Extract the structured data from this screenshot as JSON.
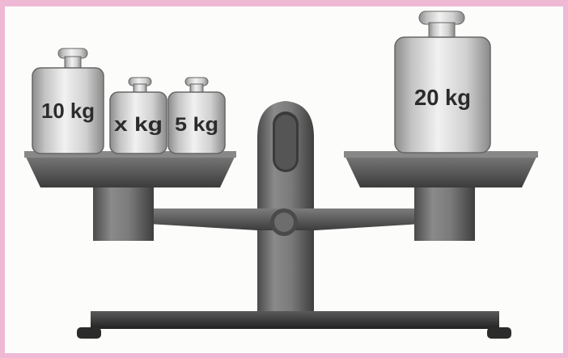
{
  "diagram": {
    "left_pan": {
      "weights": [
        {
          "label": "10 kg"
        },
        {
          "label": "x kg",
          "variable": "x",
          "unit": "kg"
        },
        {
          "label": "5 kg"
        }
      ]
    },
    "right_pan": {
      "weights": [
        {
          "label": "20 kg"
        }
      ]
    },
    "colors": {
      "border": "#efb8d4",
      "background": "#fcfcfa",
      "metal": "#6e6e6e",
      "weight_body": "#d9d9d9"
    }
  }
}
